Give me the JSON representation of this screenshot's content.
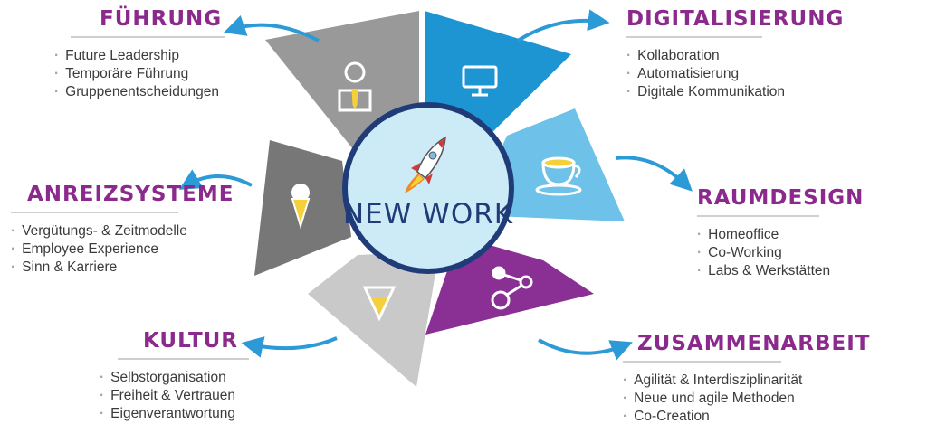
{
  "center": {
    "label": "NEW WORK",
    "icon": "rocket-icon"
  },
  "colors": {
    "title": "#8b2a8c",
    "arrow": "#2b9ad6",
    "blue": "#1e95d3",
    "light_blue": "#6ec1e9",
    "purple": "#8a2f93",
    "grey_light": "#c9c9c9",
    "grey_mid": "#999999",
    "grey_dark": "#777777",
    "circle_fill": "#cdeaf7",
    "circle_ring": "#1f3b78"
  },
  "segments": [
    {
      "key": "fuehrung",
      "title": "FÜHRUNG",
      "icon": "person-icon",
      "items": [
        "Future Leadership",
        "Temporäre Führung",
        "Gruppenentscheidungen"
      ]
    },
    {
      "key": "digitalisierung",
      "title": "DIGITALISIERUNG",
      "icon": "monitor-icon",
      "items": [
        "Kollaboration",
        "Automatisierung",
        "Digitale Kommunikation"
      ]
    },
    {
      "key": "anreizsysteme",
      "title": "ANREIZSYSTEME",
      "icon": "ice-cream-icon",
      "items": [
        "Vergütungs- & Zeitmodelle",
        "Employee Experience",
        "Sinn & Karriere"
      ]
    },
    {
      "key": "raumdesign",
      "title": "RAUMDESIGN",
      "icon": "coffee-cup-icon",
      "items": [
        "Homeoffice",
        "Co-Working",
        "Labs & Werkstätten"
      ]
    },
    {
      "key": "kultur",
      "title": "KULTUR",
      "icon": "funnel-glass-icon",
      "items": [
        "Selbstorganisation",
        "Freiheit & Vertrauen",
        "Eigenverantwortung"
      ]
    },
    {
      "key": "zusammenarbeit",
      "title": "ZUSAMMENARBEIT",
      "icon": "network-icon",
      "items": [
        "Agilität & Interdisziplinarität",
        "Neue und agile Methoden",
        "Co-Creation"
      ]
    }
  ]
}
